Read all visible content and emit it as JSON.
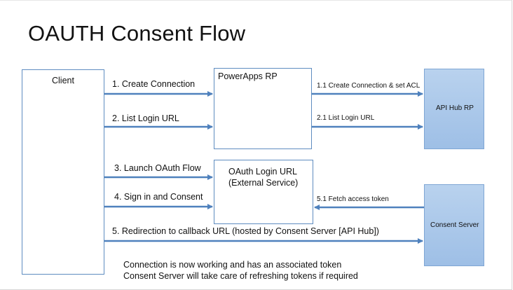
{
  "title": "OAUTH Consent Flow",
  "boxes": {
    "client": "Client",
    "powerapps": "PowerApps RP",
    "apihub": "API Hub RP",
    "oauth_line1": "OAuth Login URL",
    "oauth_line2": "(External Service)",
    "consent": "Consent Server"
  },
  "arrows": {
    "a1": "1. Create Connection",
    "a11": "1.1 Create Connection & set ACL",
    "a2": "2. List Login URL",
    "a21": "2.1 List Login URL",
    "a3": "3. Launch OAuth Flow",
    "a4": "4. Sign in and Consent",
    "a51": "5.1 Fetch access token",
    "a5": "5. Redirection to callback URL (hosted by Consent Server [API Hub])"
  },
  "notes": {
    "line1": "Connection is now working and has an associated token",
    "line2": "Consent Server will take care of refreshing tokens if required"
  },
  "colors": {
    "arrow": "#4f81bd",
    "box_border": "#5e8cc0",
    "box_fill": "#a9c8ea"
  }
}
